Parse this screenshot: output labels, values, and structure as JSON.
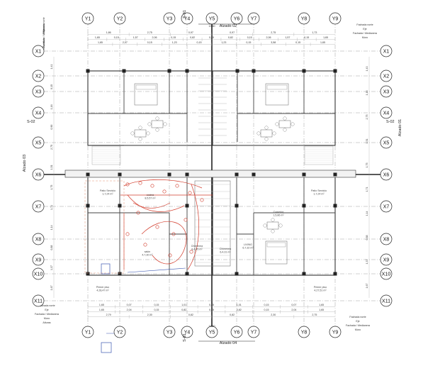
{
  "plan": {
    "grid_x": [
      "Y1",
      "Y2",
      "Y3",
      "Y4",
      "Y5",
      "Y6",
      "Y7",
      "Y8",
      "Y9"
    ],
    "grid_y": [
      "X1",
      "X2",
      "X3",
      "X4",
      "X5",
      "X6",
      "X7",
      "X8",
      "X9",
      "X10",
      "X11"
    ],
    "elevations": {
      "top": "Alzado 02",
      "bottom": "Alzado 04",
      "left": "Alzado 03",
      "right": "Alzado 01",
      "center_top": "13,60",
      "center_bottom": "13,60"
    },
    "sections": {
      "top": "S-01",
      "bottom": "S-01",
      "left": "S-02",
      "right": "S-02"
    },
    "top_dims": {
      "row1": [
        "1,86",
        "2,75",
        "0,97",
        "0,97",
        "2,75",
        "1,73"
      ],
      "row2": [
        "1,65",
        "0,15",
        "1,57",
        "2,06",
        "0,15",
        "0,82",
        "0,15",
        "0,82",
        "0,15",
        "2,06",
        "1,57",
        "0,15",
        "1,65"
      ],
      "row3": [
        "1,65",
        "2,07",
        "0,15",
        "1,23",
        "0,15",
        "1,23",
        "0,15",
        "3,58",
        "0,15",
        "1,65"
      ]
    },
    "bottom_dims": {
      "row1": [
        "1,65",
        "0,07",
        "0,15",
        "1,01",
        "0,15",
        "1,01",
        "0,15",
        "0,07",
        "1,65"
      ],
      "row2": [
        "1,65",
        "2,04",
        "0,15",
        "0,82",
        "0,15",
        "0,82",
        "0,15",
        "2,04",
        "1,65"
      ],
      "row3": [
        "2,79",
        "2,30",
        "0,82",
        "0,82",
        "2,30",
        "2,75"
      ]
    },
    "side_dims_left": [
      "1,41",
      "0,15",
      "1,16",
      "0,90",
      "2,75",
      "1,51",
      "1,75",
      "1,71",
      "1,14",
      "0,88",
      "1,37",
      "1,67"
    ],
    "side_dims_right": [
      "1,43",
      "1,16",
      "2,75",
      "1,51",
      "1,75",
      "1,71",
      "1,14",
      "0,88",
      "1,37",
      "1,67"
    ],
    "strip_labels_left": [
      "Fachada norte",
      "Eje",
      "Fachada / Medianera",
      "Muro",
      "Alturas"
    ],
    "strip_labels_right": [
      "Fachada norte",
      "Eje",
      "Fachada / Medianera",
      "Muro"
    ],
    "rooms": [
      {
        "name": "Patio Servicio",
        "area": "1,7,24 m²"
      },
      {
        "name": "cocina",
        "area": "8,5,57 m²"
      },
      {
        "name": "Patio Servicio",
        "area": "1,7,24 m²"
      },
      {
        "name": "Comedor",
        "area": "1,5,86 m²"
      },
      {
        "name": "Chimenea",
        "area": "8,4,45 m²"
      },
      {
        "name": "Chimenea",
        "area": "6,4,31 m²"
      },
      {
        "name": "salón",
        "area": "4,7,30 m²"
      },
      {
        "name": "LIVING",
        "area": "6,7,32 m²"
      },
      {
        "name": "Primer piso",
        "area": "4,28,47 m²"
      },
      {
        "name": "Primer piso",
        "area": "4,27,51 m²"
      }
    ]
  }
}
